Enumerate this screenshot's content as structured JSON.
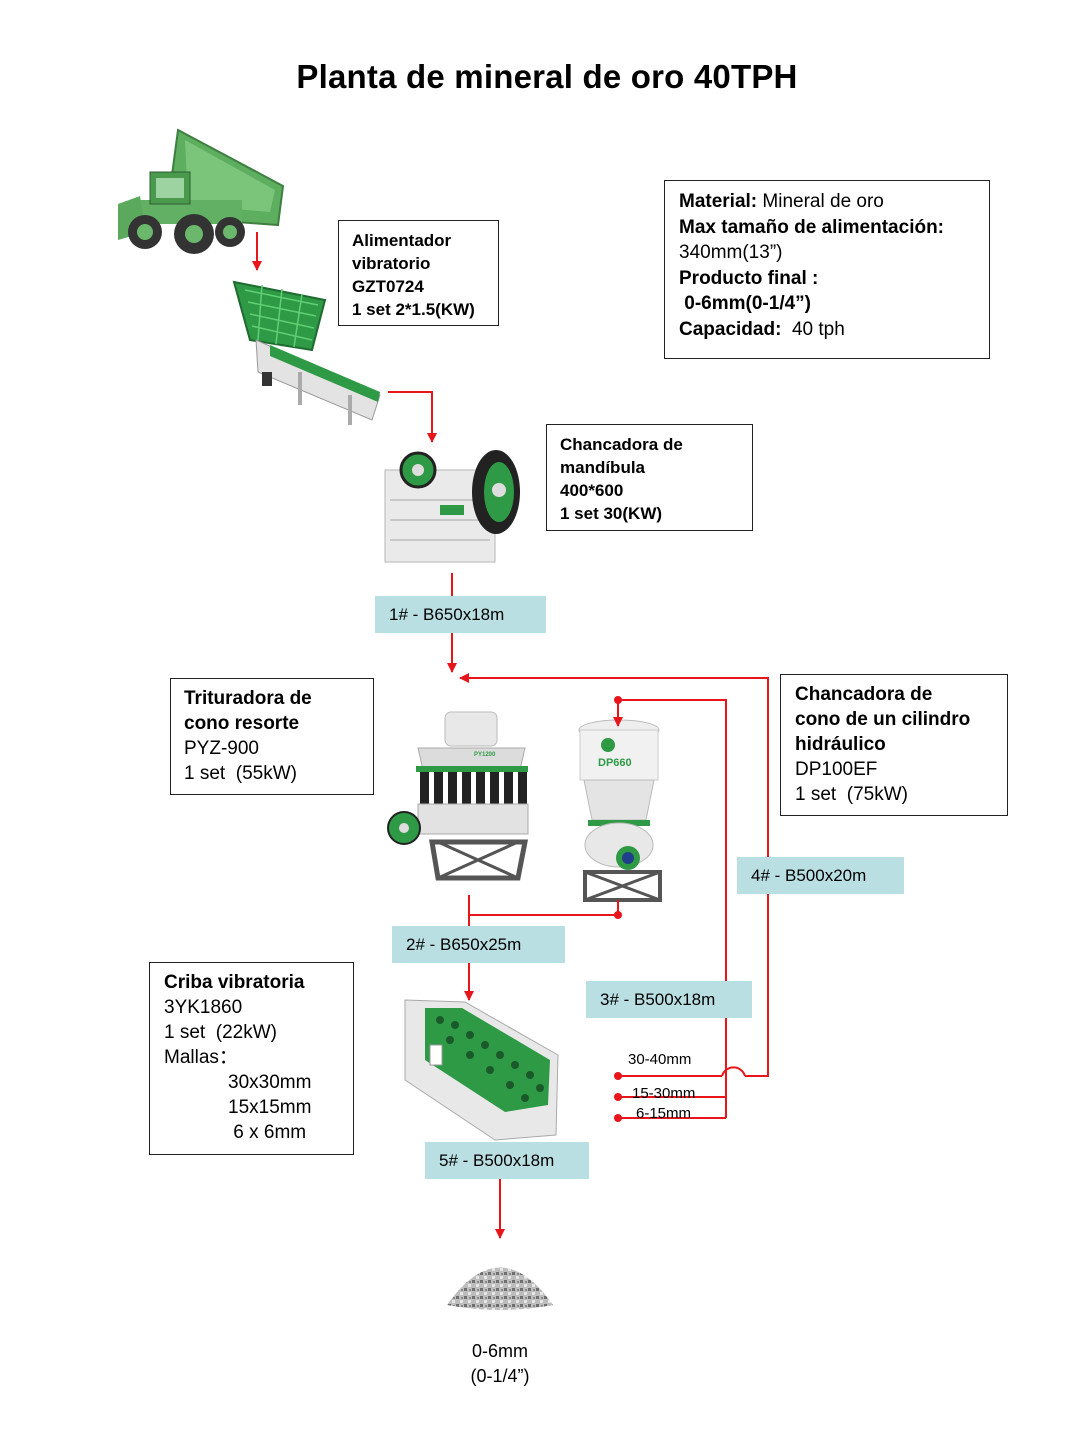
{
  "title": "Planta de mineral de oro  40TPH",
  "info_box": {
    "material_label": "Material:",
    "material_value": " Mineral de oro",
    "feed_label": "Max tamaño de alimentación:",
    "feed_value": "340mm(13”)",
    "product_label": "Producto final :",
    "product_value": " 0-6mm(0-1/4”)",
    "capacity_label": "Capacidad:",
    "capacity_value": "  40 tph"
  },
  "feeder": {
    "lines": [
      "Alimentador",
      "vibratorio",
      "GZT0724",
      "1 set 2*1.5(KW)"
    ]
  },
  "jaw_crusher": {
    "lines": [
      "Chancadora de",
      "mandíbula",
      "400*600",
      "1 set 30(KW)"
    ]
  },
  "spring_cone": {
    "bold_lines": [
      "Trituradora de",
      "cono resorte"
    ],
    "lines": [
      "PYZ-900",
      "1 set  (55kW)"
    ],
    "plate_text": "PY1200"
  },
  "hydraulic_cone": {
    "bold_lines": [
      "Chancadora de",
      "cono de un cilindro",
      "hidráulico"
    ],
    "lines": [
      "DP100EF",
      "1 set  (75kW)"
    ],
    "plate_text": "DP660"
  },
  "screen": {
    "bold_line": "Criba vibratoria",
    "lines": [
      "3YK1860",
      "1 set  (22kW)",
      "Mallas："
    ],
    "meshes": [
      "30x30mm",
      "15x15mm",
      " 6 x 6mm"
    ]
  },
  "belts": {
    "b1": "1# - B650x18m",
    "b2": "2# - B650x25m",
    "b3": "3# - B500x18m",
    "b4": "4# - B500x20m",
    "b5": "5# - B500x18m"
  },
  "fractions": [
    "30-40mm",
    "15-30mm",
    "6-15mm"
  ],
  "final_product": [
    "0-6mm",
    "(0-1/4”)"
  ],
  "colors": {
    "flow": "#e8151b",
    "belt_label_bg": "#b9dfe2",
    "machine_green": "#2f9a45",
    "machine_white": "#eeeeee"
  }
}
